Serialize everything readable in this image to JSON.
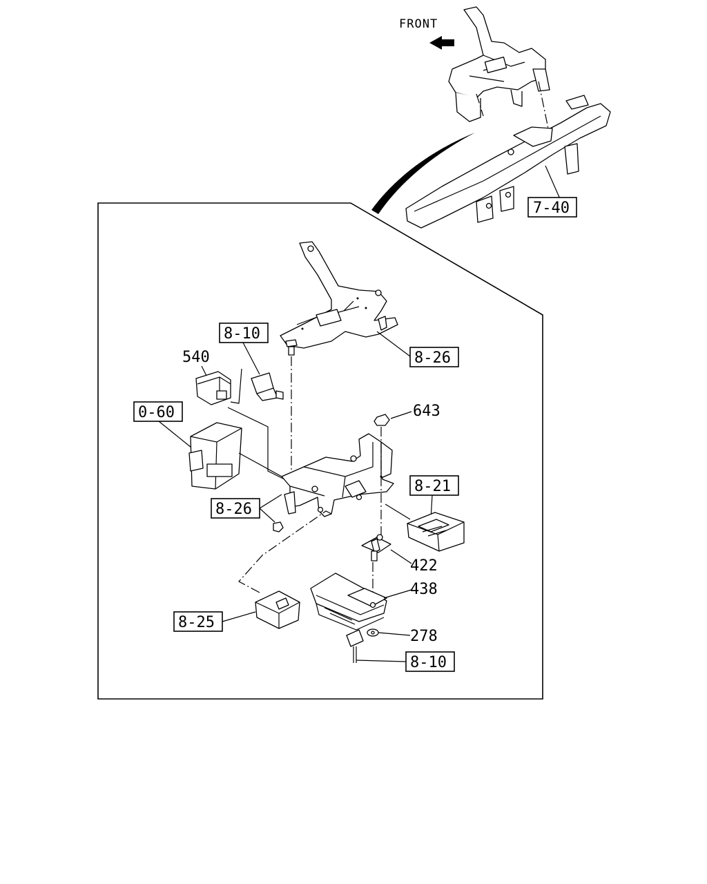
{
  "direction": {
    "label": "FRONT"
  },
  "callouts": {
    "ref_7_40": "7-40",
    "ref_8_10_top": "8-10",
    "ref_8_26_top": "8-26",
    "ref_0_60": "0-60",
    "ref_8_21": "8-21",
    "ref_8_26_mid": "8-26",
    "ref_8_25": "8-25",
    "ref_8_10_bottom": "8-10"
  },
  "part_numbers": {
    "p540": "540",
    "p643": "643",
    "p422": "422",
    "p438": "438",
    "p278": "278"
  }
}
